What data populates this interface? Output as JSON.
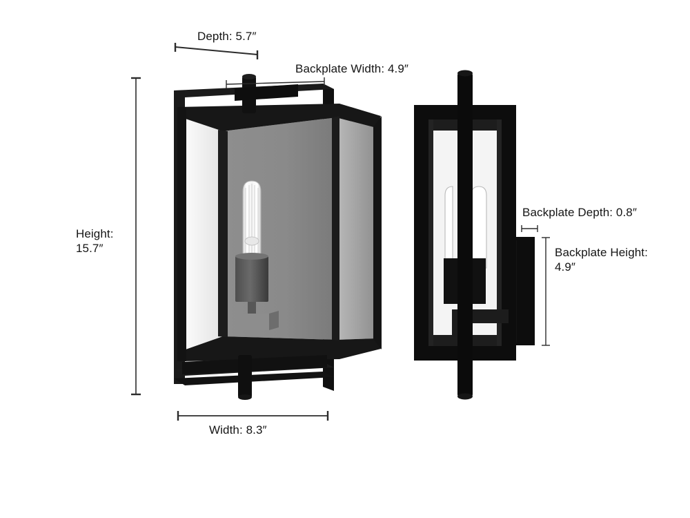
{
  "diagram": {
    "title": "Wall Sconce Dimension Diagram",
    "background_color": "#ffffff",
    "line_color": "#2b2b2b",
    "text_color": "#151515",
    "fixture_color": "#141414",
    "glass_color_light": "#f2f2f2",
    "glass_color_mid": "#9d9d9d",
    "glass_color_dark": "#6f6f6f"
  },
  "dimensions": {
    "depth": "Depth: 5.7″",
    "backplate_width": "Backplate Width: 4.9″",
    "height": "Height:\n15.7″",
    "width": "Width: 8.3″",
    "backplate_depth": "Backplate Depth: 0.8″",
    "backplate_height": "Backplate Height:\n4.9″"
  },
  "values": {
    "depth_in": 5.7,
    "backplate_width_in": 4.9,
    "height_in": 15.7,
    "width_in": 8.3,
    "backplate_depth_in": 0.8,
    "backplate_height_in": 4.9,
    "unit": "inches"
  },
  "views": {
    "front": {
      "name": "front-three-quarter-view"
    },
    "side": {
      "name": "side-profile-view"
    }
  }
}
